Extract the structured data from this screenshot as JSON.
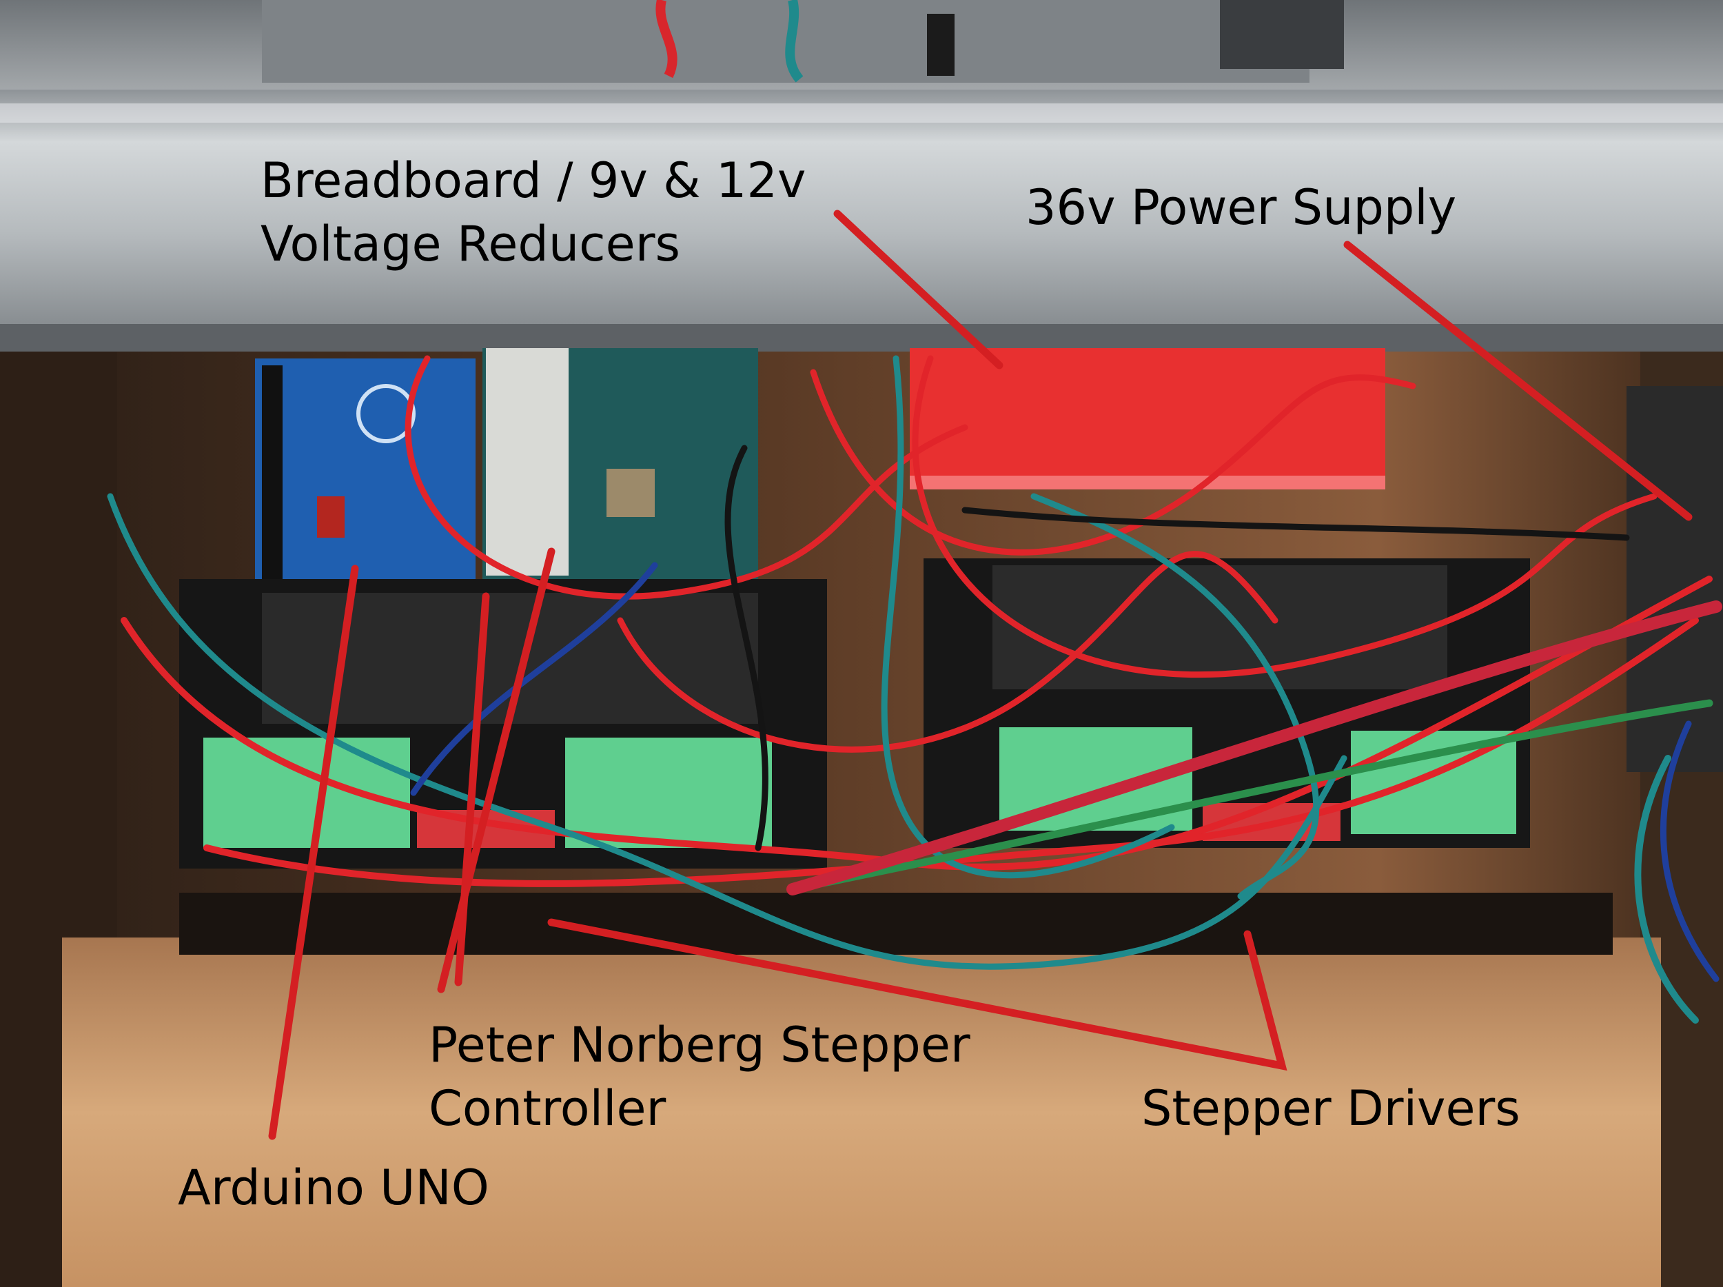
{
  "annotations": {
    "breadboard": {
      "line1": "Breadboard /  9v & 12v",
      "line2": "Voltage Reducers"
    },
    "power_supply": "36v Power Supply",
    "stepper_controller": {
      "line1": "Peter Norberg Stepper",
      "line2": "Controller"
    },
    "arduino": "Arduino UNO",
    "stepper_drivers": "Stepper Drivers"
  },
  "colors": {
    "callout_line": "#d41f22",
    "wire_red": "#e1242a",
    "wire_teal": "#1f8a8c",
    "wire_blue": "#1f3f9c",
    "wire_green": "#2b8f4c",
    "aluminum": "#b9bec2",
    "wood": "#d9a877",
    "driver_body": "#161616",
    "terminal_green": "#5fcf8f",
    "arduino_blue": "#1f5fb0",
    "breadboard_red": "#e83030"
  }
}
